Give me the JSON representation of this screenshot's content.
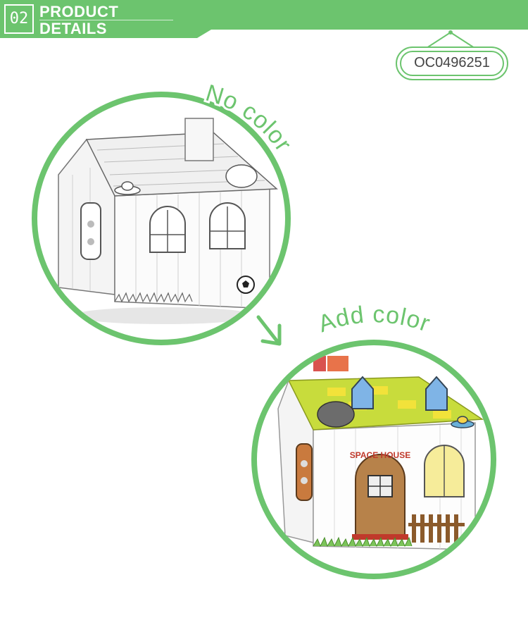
{
  "header": {
    "section_number": "02",
    "title_line1": "PRODUCT",
    "title_line2": "DETAILS",
    "bar_color": "#6cc46e"
  },
  "product_tag": {
    "code": "OC0496251"
  },
  "before": {
    "label": "No color",
    "image_icon": "uncolored-cardboard-house"
  },
  "after": {
    "label": "Add color",
    "sign_text": "SPACE HOUSE",
    "image_icon": "colored-cardboard-house"
  },
  "colors": {
    "accent_green": "#6cc46e",
    "roof_green": "#c8dc3c",
    "roof_yellow": "#f2e23a",
    "door_brown": "#b7824a"
  }
}
